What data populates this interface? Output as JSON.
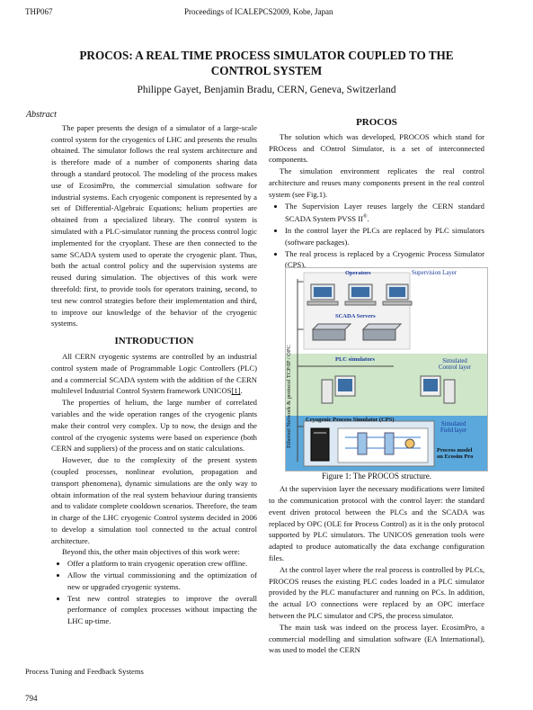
{
  "header": {
    "left": "THP067",
    "center": "Proceedings of ICALEPCS2009, Kobe, Japan"
  },
  "title": {
    "line1": "PROCOS: A REAL TIME PROCESS SIMULATOR COUPLED TO THE",
    "line2": "CONTROL SYSTEM"
  },
  "authors": "Philippe Gayet, Benjamin Bradu, CERN, Geneva, Switzerland",
  "abstract": {
    "heading": "Abstract",
    "text": "The paper presents the design of a simulator of a large-scale control system for the cryogenics of LHC and presents the results obtained. The simulator follows the real system architecture and is therefore made of a number of components sharing data through a standard protocol. The modeling of the process makes use of EcosimPro, the commercial simulation software for industrial systems. Each cryogenic component is represented by a set of Differential-Algebraic Equations; helium properties are obtained from a specialized library. The control system is simulated with a PLC-simulator running the process control logic implemented for the cryoplant. These are then connected to the same SCADA system used to operate the cryogenic plant. Thus, both the actual control policy and the supervision systems are reused during simulation. The objectives of this work were threefold: first, to provide tools for operators training, second, to test new control strategies before their implementation and third, to improve our knowledge of the behavior of the cryogenic systems."
  },
  "introduction": {
    "heading": "INTRODUCTION",
    "p1_before": "All CERN cryogenic systems are controlled by an industrial control system made of Programmable Logic Controllers (PLC) and a commercial SCADA system with the addition of the CERN multilevel Industrial Control System framework UNICOS",
    "p1_ref": "[1]",
    "p1_after": ".",
    "p2": "The properties of helium, the large number of correlated variables and the wide operation ranges of the cryogenic plants make their control very complex. Up to now, the design and the control of the cryogenic systems were based on experience (both CERN and suppliers) of the process and on static calculations.",
    "p3": "However, due to the complexity of the present system (coupled processes, nonlinear evolution, propagation and transport phenomena), dynamic simulations are the only way to obtain information of the real system behaviour during transients and to validate complete cooldown scenarios. Therefore, the team in charge of the LHC cryogenic Control systems decided in 2006 to develop a simulation tool connected to the actual control architecture.",
    "p4": "Beyond this, the other main objectives of this work were:",
    "bullets": [
      "Offer a platform to train cryogenic operation crew offline.",
      "Allow the virtual commissioning and the optimization of new or upgraded cryogenic systems.",
      "Test new control strategies to improve the overall performance of complex processes without impacting the LHC up-time."
    ]
  },
  "procos": {
    "heading": "PROCOS",
    "p1": "The solution which was developed, PROCOS which stand for PROcess and COntrol Simulator, is a set of interconnected components.",
    "p2": "The simulation environment replicates the real control architecture and reuses many components present in the real control system (see Fig.1).",
    "bullets": [
      {
        "text": "The Supervision Layer reuses largely the CERN standard SCADA System PVSS II",
        "sup": "®",
        "tail": "."
      },
      {
        "text": "In the control layer the PLCs are replaced by PLC simulators (software packages).",
        "sup": "",
        "tail": ""
      },
      {
        "text": "The real process is replaced by a Cryogenic Process Simulator (CPS).",
        "sup": "",
        "tail": ""
      }
    ],
    "p3": "At the supervision layer the necessary modifications were limited to the communication protocol with the control layer: the standard event driven protocol between the PLCs and the SCADA was replaced by OPC (OLE for Process Control) as it is the only protocol supported by PLC simulators. The UNICOS generation tools were adapted to produce automatically the data exchange configuration files.",
    "p4": "At the control layer where the real process is controlled by PLCs, PROCOS reuses the existing PLC codes loaded in a PLC simulator provided by the PLC manufacturer and running on PCs. In addition, the actual I/O connections were replaced by an OPC interface between the PLC simulator and CPS, the process simulator.",
    "p5": "The main task was indeed on the process layer. EcosimPro, a commercial modelling and simulation software (EA International), was used to model the CERN"
  },
  "figure": {
    "caption": "Figure 1: The PROCOS structure.",
    "operators": "Operators",
    "supervision_layer": "Supervision Layer",
    "scada_servers": "SCADA Servers",
    "plc_simulators": "PLC simulators",
    "simulated_control_layer_1": "Simulated",
    "simulated_control_layer_2": "Control layer",
    "cps": "Cryogenic Process Simulator (CPS)",
    "simulated_field_layer_1": "Simulated",
    "simulated_field_layer_2": "Field layer",
    "process_model_1": "Process model",
    "process_model_2": "on Ecosim Pro",
    "network": "Ethernet Network & protocol TCP/IP / OPC",
    "colors": {
      "top": "#ffffff",
      "mid": "#cfe6c9",
      "bottom": "#5aa8dc"
    }
  },
  "footer": "Process Tuning and Feedback Systems",
  "page_number": "794"
}
